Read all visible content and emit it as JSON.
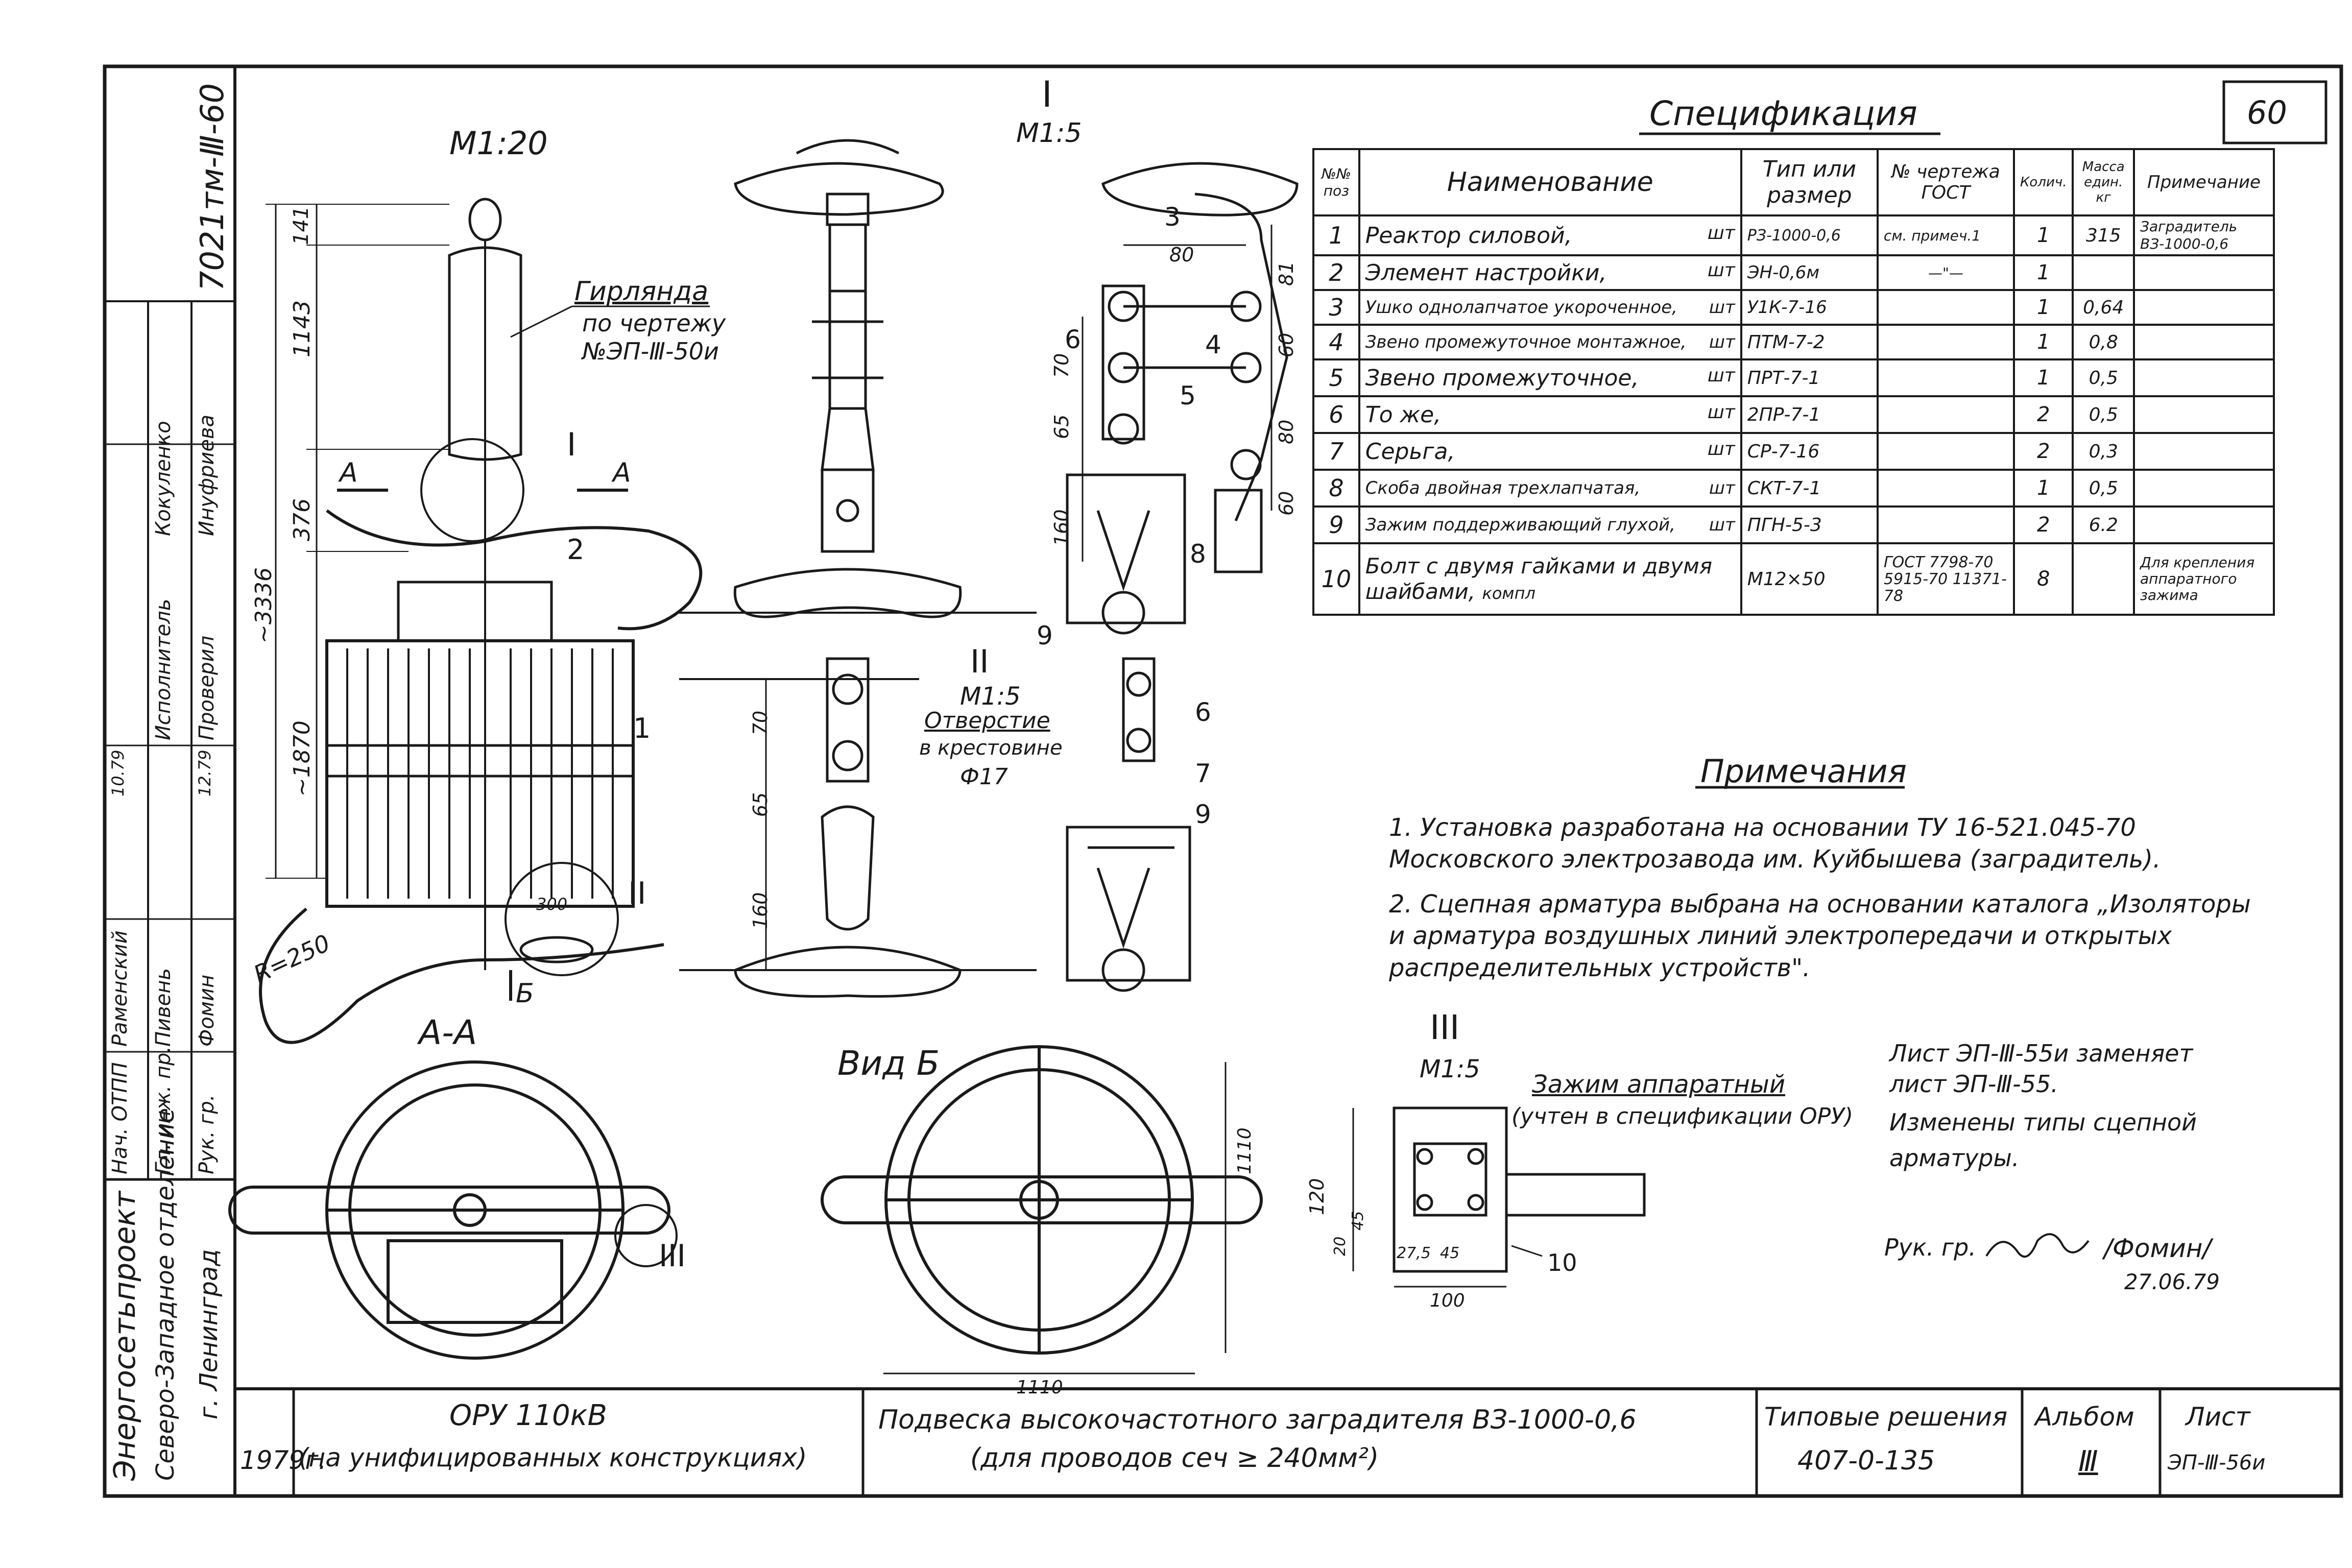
{
  "sheet_number": "60",
  "scales": {
    "main": "М1:20",
    "detail_I": "М1:5",
    "detail_II": "М1:5",
    "detail_III": "М1:5"
  },
  "detail_labels": {
    "I": "I",
    "II": "II",
    "III": "III",
    "section": "А-А",
    "view": "Вид Б",
    "cut_A": "А",
    "cut_B": "Б"
  },
  "dimensions": {
    "d141": "141",
    "d1143": "1143",
    "d376": "376",
    "d3336": "~3336",
    "d1870": "~1870",
    "r250": "R=250",
    "d300": "300",
    "d70": "70",
    "d65": "65",
    "d160": "160",
    "d80": "80",
    "d81": "81",
    "d60": "60",
    "d1110": "1110",
    "d120": "120",
    "d20": "20",
    "d45": "45",
    "d275": "27,5",
    "d100": "100"
  },
  "callouts": [
    "1",
    "2",
    "3",
    "4",
    "5",
    "6",
    "7",
    "8",
    "9",
    "10"
  ],
  "garland_note": {
    "line1": "Гирлянда",
    "line2": "по чертежу",
    "line3": "№ЭП-Ⅲ-50и"
  },
  "hole_note": {
    "line1": "Отверстие",
    "line2": "в крестовине",
    "line3": "Ф17"
  },
  "clamp_note": {
    "line1": "Зажим аппаратный",
    "line2": "(учтен в спецификации ОРУ)"
  },
  "spec": {
    "title": "Спецификация",
    "headers": {
      "pos": "№№ поз",
      "name": "Наименование",
      "type": "Тип или размер",
      "drawing": "№ чертежа ГОСТ",
      "qty": "Колич.",
      "mass": "Масса един. кг",
      "note": "Примечание"
    },
    "rows": [
      {
        "pos": "1",
        "name": "Реактор силовой,",
        "unit": "шт",
        "type": "РЗ-1000-0,6",
        "drawing": "см. примеч.1",
        "qty": "1",
        "mass": "315",
        "note": "Заградитель ВЗ-1000-0,6"
      },
      {
        "pos": "2",
        "name": "Элемент настройки,",
        "unit": "шт",
        "type": "ЭН-0,6м",
        "drawing": "—\"—",
        "qty": "1",
        "mass": "",
        "note": ""
      },
      {
        "pos": "3",
        "name": "Ушко однолапчатое укороченное,",
        "unit": "шт",
        "type": "У1К-7-16",
        "drawing": "",
        "qty": "1",
        "mass": "0,64",
        "note": ""
      },
      {
        "pos": "4",
        "name": "Звено промежуточное монтажное,",
        "unit": "шт",
        "type": "ПТМ-7-2",
        "drawing": "",
        "qty": "1",
        "mass": "0,8",
        "note": ""
      },
      {
        "pos": "5",
        "name": "Звено промежуточное,",
        "unit": "шт",
        "type": "ПРТ-7-1",
        "drawing": "",
        "qty": "1",
        "mass": "0,5",
        "note": ""
      },
      {
        "pos": "6",
        "name": "То же,",
        "unit": "шт",
        "type": "2ПР-7-1",
        "drawing": "",
        "qty": "2",
        "mass": "0,5",
        "note": ""
      },
      {
        "pos": "7",
        "name": "Серьга,",
        "unit": "шт",
        "type": "СР-7-16",
        "drawing": "",
        "qty": "2",
        "mass": "0,3",
        "note": ""
      },
      {
        "pos": "8",
        "name": "Скоба двойная трехлапчатая,",
        "unit": "шт",
        "type": "СКТ-7-1",
        "drawing": "",
        "qty": "1",
        "mass": "0,5",
        "note": ""
      },
      {
        "pos": "9",
        "name": "Зажим поддерживающий глухой,",
        "unit": "шт",
        "type": "ПГН-5-3",
        "drawing": "",
        "qty": "2",
        "mass": "6.2",
        "note": ""
      },
      {
        "pos": "10",
        "name": "Болт с двумя гайками и двумя шайбами,",
        "unit": "компл",
        "type": "М12×50",
        "drawing": "ГОСТ 7798-70 5915-70 11371-78",
        "qty": "8",
        "mass": "",
        "note": "Для крепления аппаратного зажима"
      }
    ]
  },
  "notes": {
    "title": "Примечания",
    "items": [
      "1. Установка разработана на основании ТУ 16-521.045-70 Московского электрозавода им. Куйбышева (заградитель).",
      "2. Сцепная арматура выбрана на основании каталога „Изоляторы и арматура воздушных линий электропередачи и открытых распределительных устройств\"."
    ]
  },
  "replacement_note": {
    "line1": "Лист ЭП-Ⅲ-55и заменяет",
    "line2": "лист ЭП-Ⅲ-55.",
    "line3": "Изменены типы сцепной",
    "line4": "арматуры."
  },
  "signoff": {
    "role": "Рук. гр.",
    "name": "/Фомин/",
    "date": "27.06.79"
  },
  "side_stamp": {
    "doc_code": "7021тм-Ⅲ-60",
    "org1": "Энергосетьпроект",
    "org2": "Северо-Западное отделение",
    "org3": "г. Ленинград",
    "roles": [
      {
        "role": "Нач. ОТПП",
        "name": "Раменский"
      },
      {
        "role": "Гл. инж. пр.",
        "name": "Пивень"
      },
      {
        "role": "Рук. гр.",
        "name": "Фомин"
      },
      {
        "role": "Исполнитель",
        "name": "Кокуленко"
      },
      {
        "role": "Проверил",
        "name": "Инуфриева"
      }
    ],
    "dates": [
      "10.79",
      "12.79"
    ]
  },
  "title_block": {
    "year": "1979г.",
    "project_line1": "ОРУ 110кВ",
    "project_line2": "(на унифицированных конструкциях)",
    "title_line1": "Подвеска высокочастотного заградителя ВЗ-1000-0,6",
    "title_line2": "(для проводов сеч ≥ 240мм²)",
    "series_label": "Типовые решения",
    "series_value": "407-0-135",
    "album_label": "Альбом",
    "album_value": "Ⅲ",
    "sheet_label": "Лист",
    "sheet_value": "ЭП-Ⅲ-56и"
  }
}
